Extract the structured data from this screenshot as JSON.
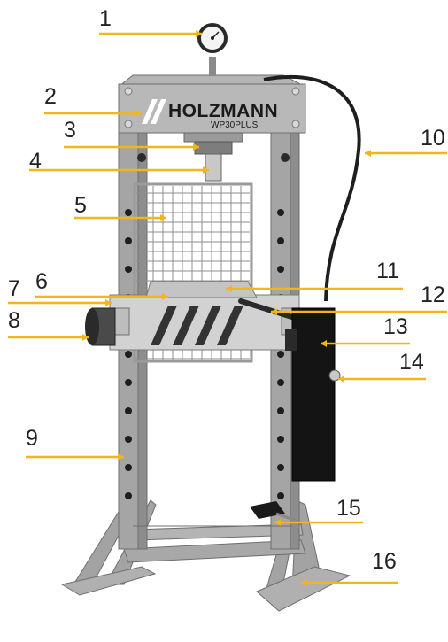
{
  "brand": {
    "name": "HOLZMANN",
    "model": "WP30PLUS"
  },
  "colors": {
    "leader": "#f2b51b",
    "frame": "#9b9b9b",
    "frame_dark": "#6e6e6e",
    "cylinder": "#2b2b2b",
    "label_text": "#222222"
  },
  "labels": [
    {
      "id": "1",
      "text": "1"
    },
    {
      "id": "2",
      "text": "2"
    },
    {
      "id": "3",
      "text": "3"
    },
    {
      "id": "4",
      "text": "4"
    },
    {
      "id": "5",
      "text": "5"
    },
    {
      "id": "6",
      "text": "6"
    },
    {
      "id": "7",
      "text": "7"
    },
    {
      "id": "8",
      "text": "8"
    },
    {
      "id": "9",
      "text": "9"
    },
    {
      "id": "10",
      "text": "10"
    },
    {
      "id": "11",
      "text": "11"
    },
    {
      "id": "12",
      "text": "12"
    },
    {
      "id": "13",
      "text": "13"
    },
    {
      "id": "14",
      "text": "14"
    },
    {
      "id": "15",
      "text": "15"
    },
    {
      "id": "16",
      "text": "16"
    }
  ]
}
